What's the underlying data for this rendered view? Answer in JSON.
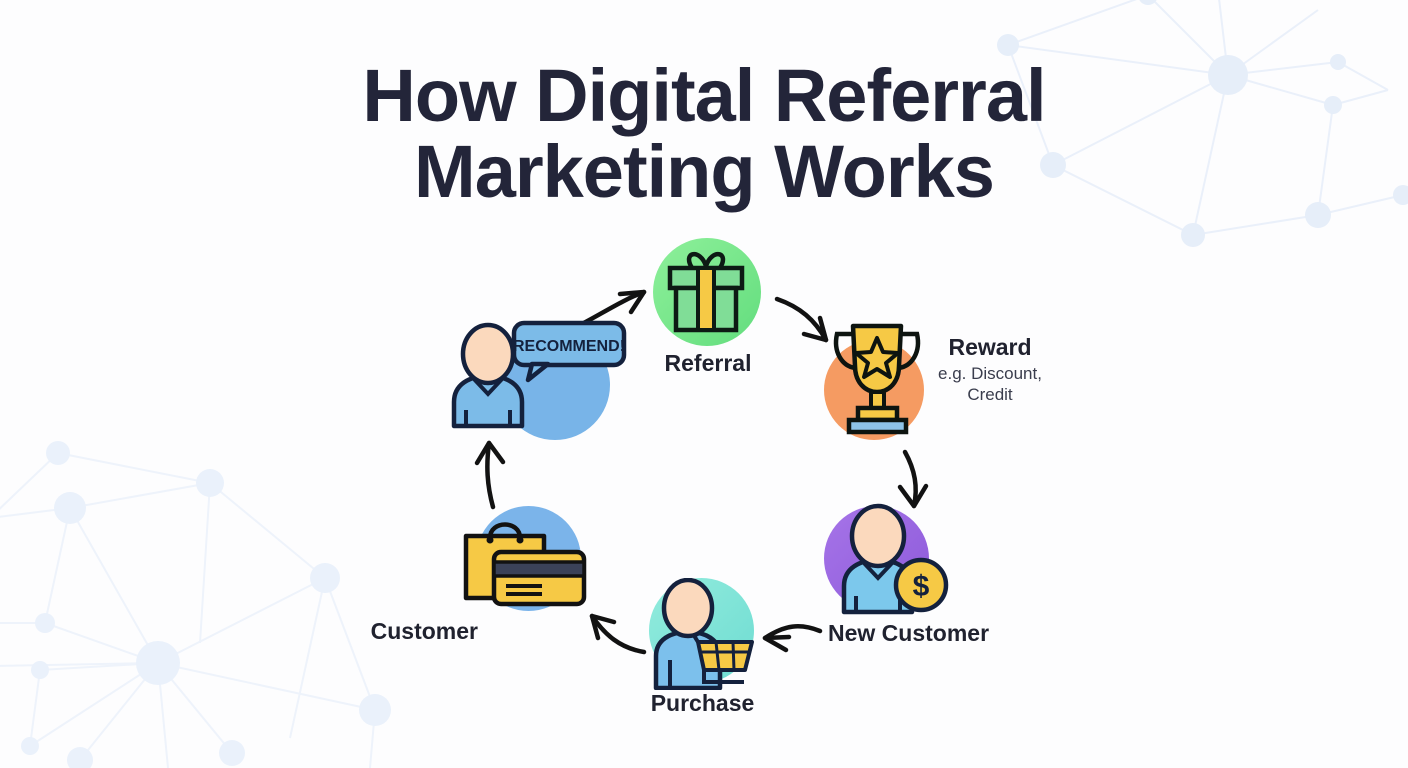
{
  "page": {
    "background_color": "#fdfdfe",
    "accent_text_color": "#232539"
  },
  "title": {
    "line1": "How Digital Referral",
    "line2": "Marketing Works"
  },
  "diagram": {
    "type": "cycle",
    "nodes": [
      {
        "id": "recommend",
        "label": "",
        "bubble_text": "RECOMMEND!",
        "icon": "person-speech-bubble-icon",
        "circle_color": "#78b4e8"
      },
      {
        "id": "referral",
        "label": "Referral",
        "icon": "gift-box-icon",
        "circle_color": "#7ee08a"
      },
      {
        "id": "reward",
        "label": "Reward",
        "sublabel_line1": "e.g. Discount,",
        "sublabel_line2": "Credit",
        "icon": "trophy-icon",
        "circle_color": "#f59b62"
      },
      {
        "id": "new-customer",
        "label": "New Customer",
        "icon": "person-coin-icon",
        "circle_color": "#9b67e0"
      },
      {
        "id": "purchase",
        "label": "Purchase",
        "icon": "person-cart-icon",
        "circle_color": "#7fe3d8"
      },
      {
        "id": "customer",
        "label": "Customer",
        "icon": "shopping-bag-card-icon",
        "circle_color": "#7bb4ea"
      }
    ],
    "arrows": [
      {
        "from": "recommend",
        "to": "referral"
      },
      {
        "from": "referral",
        "to": "reward"
      },
      {
        "from": "reward",
        "to": "new-customer"
      },
      {
        "from": "new-customer",
        "to": "purchase"
      },
      {
        "from": "purchase",
        "to": "customer"
      },
      {
        "from": "customer",
        "to": "recommend"
      }
    ],
    "decoration": "network-graph-pattern"
  }
}
